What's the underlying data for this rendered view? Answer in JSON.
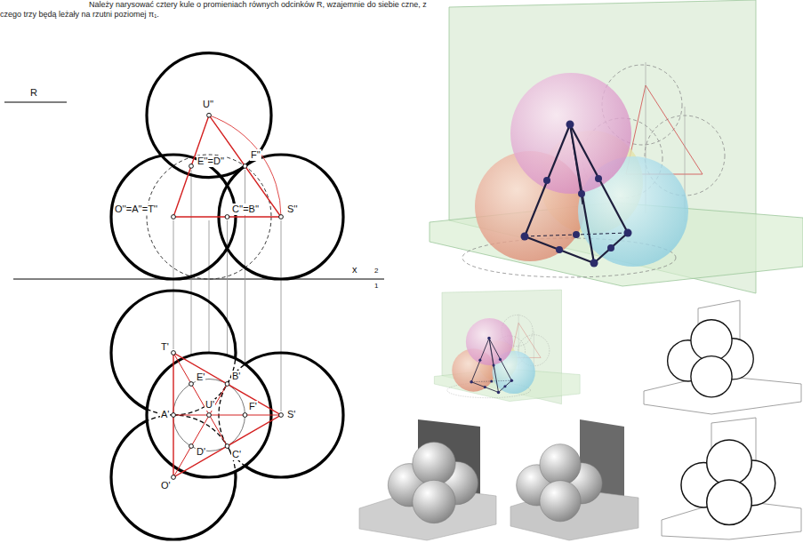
{
  "diagram": {
    "title": "Należy narysować cztery kule o promieniach równych odcinków R, wzajemnie do siebie czne, z czego trzy będą leżały na rzutni poziomej π₁.",
    "labels": [
      "R",
      "U''",
      "E''=D''",
      "F''",
      "O''=A''=T''",
      "C''=B''",
      "S''",
      "x",
      "2",
      "1",
      "T'",
      "E'",
      "B'",
      "A'",
      "U'",
      "F'",
      "S'",
      "D'",
      "C'",
      "O'"
    ]
  }
}
